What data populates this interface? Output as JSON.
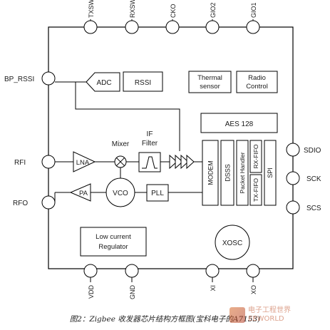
{
  "pins_top": [
    "TXSW",
    "RXSW",
    "CKO",
    "GIO2",
    "GIO1"
  ],
  "pins_bottom": [
    "VDD",
    "GND",
    "XI",
    "XO"
  ],
  "pins_left": [
    "BP_RSSI",
    "RFI",
    "RFO"
  ],
  "pins_right": [
    "SDIO",
    "SCK",
    "SCS"
  ],
  "blocks": {
    "adc": "ADC",
    "rssi": "RSSI",
    "thermal_1": "Thermal",
    "thermal_2": "sensor",
    "radio_1": "Radio",
    "radio_2": "Control",
    "aes": "AES 128",
    "lna": "LNA",
    "mixer": "Mixer",
    "if_1": "IF",
    "if_2": "Filter",
    "pa": "PA",
    "vco": "VCO",
    "pll": "PLL",
    "modem": "MODEM",
    "dsss": "DSSS",
    "packet": "Packet Handler",
    "rxfifo": "RX-FIFO",
    "txfifo": "TX-FIFO",
    "spi": "SPI",
    "reg_1": "Low current",
    "reg_2": "Regulator",
    "xosc": "XOSC"
  },
  "caption": "图2：Zigbee 收发器芯片结构方框图(宝科电子的A7153)",
  "watermark": {
    "line1": "电子工程世界",
    "line2": "EEWORLD"
  }
}
